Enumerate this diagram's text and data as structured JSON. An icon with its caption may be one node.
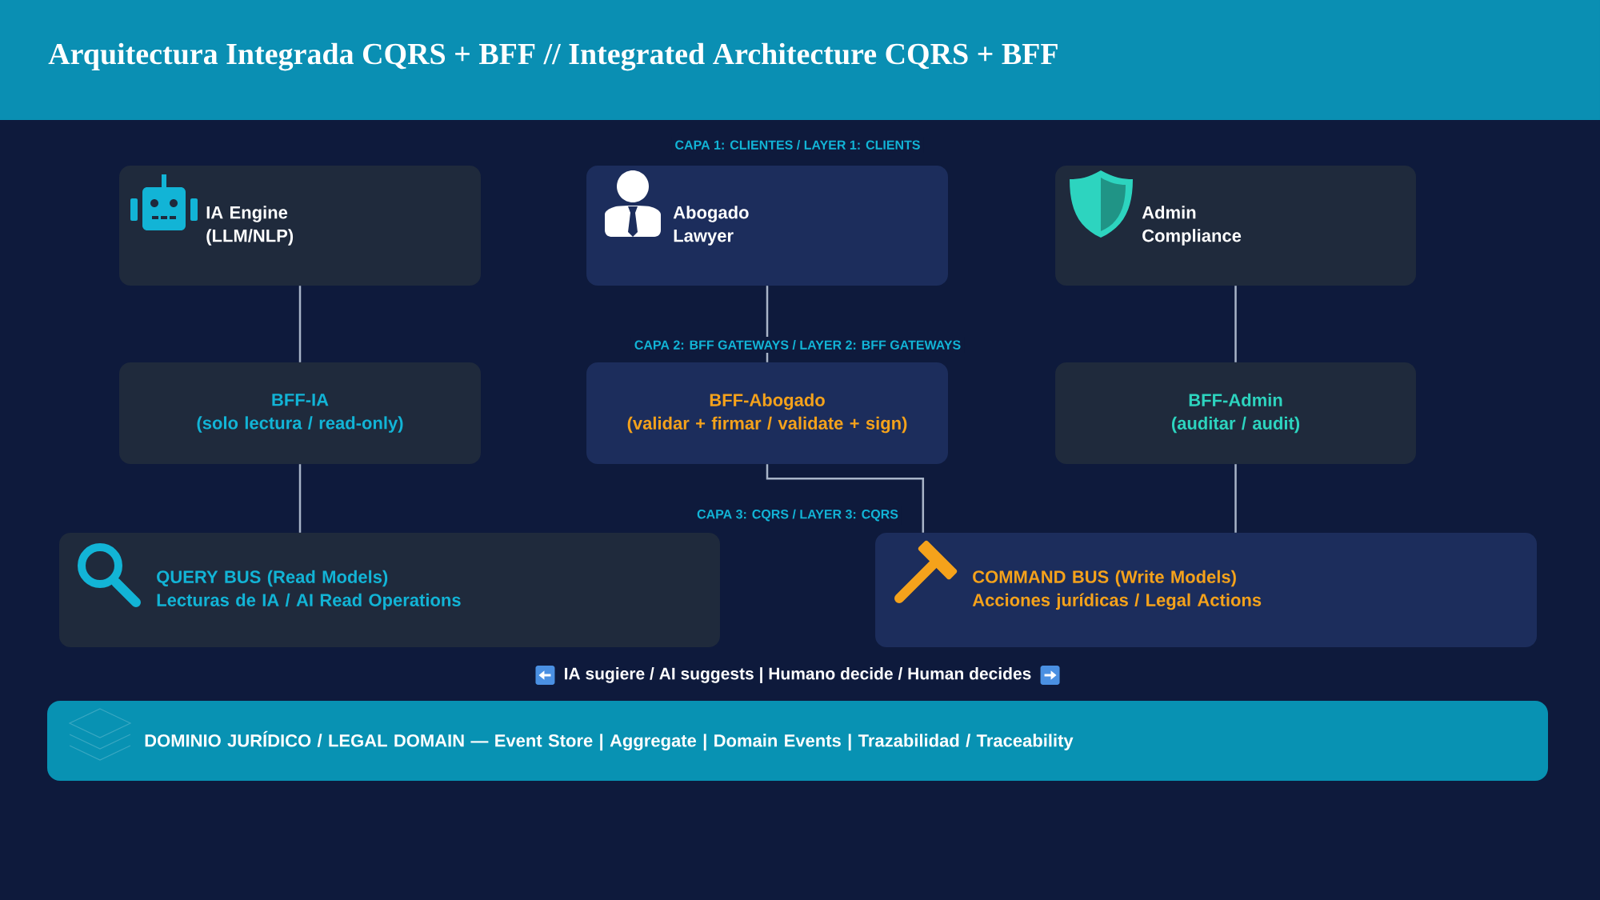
{
  "diagram": {
    "title": "Arquitectura Integrada CQRS + BFF // Integrated Architecture CQRS + BFF",
    "nodes": [
      {
        "text": [
          "IA Engine",
          "(LLM/NLP)"
        ]
      },
      {
        "text": [
          "Abogado",
          "Lawyer"
        ]
      },
      {
        "text": [
          "Admin",
          "Compliance"
        ]
      },
      {
        "text": [
          "BFF-IA",
          "(solo lectura / read-only)"
        ]
      },
      {
        "text": [
          "BFF-Abogado",
          "(validar + firmar / validate + sign)"
        ]
      },
      {
        "text": [
          "BFF-Admin",
          "(auditar / audit)"
        ]
      },
      {
        "text": [
          "QUERY BUS (Read Models)",
          "Lecturas de IA / AI Read Operations"
        ]
      },
      {
        "text": [
          "COMMAND BUS (Write Models)",
          "Acciones jurídicas / Legal Actions"
        ]
      },
      {
        "text": [
          "DOMINIO JURÍDICO / LEGAL DOMAIN — Event Store | Aggregate | Domain Events | Trazabilidad / Traceability"
        ]
      }
    ],
    "edges": [
      {
        "from": 0,
        "to": 3,
        "arrow": "none"
      },
      {
        "from": 1,
        "to": 4,
        "arrow": "none"
      },
      {
        "from": 2,
        "to": 5,
        "arrow": "none"
      },
      {
        "from": 3,
        "to": 6,
        "arrow": "none"
      },
      {
        "from": 4,
        "to": 7,
        "arrow": "none"
      },
      {
        "from": 5,
        "to": 7,
        "arrow": "none"
      }
    ],
    "labels": [
      "CAPA 1: CLIENTES / LAYER 1: CLIENTS",
      "CAPA 2: BFF GATEWAYS / LAYER 2: BFF GATEWAYS",
      "CAPA 3: CQRS / LAYER 3: CQRS",
      "IA sugiere / AI suggests | Humano decide / Human decides"
    ]
  }
}
